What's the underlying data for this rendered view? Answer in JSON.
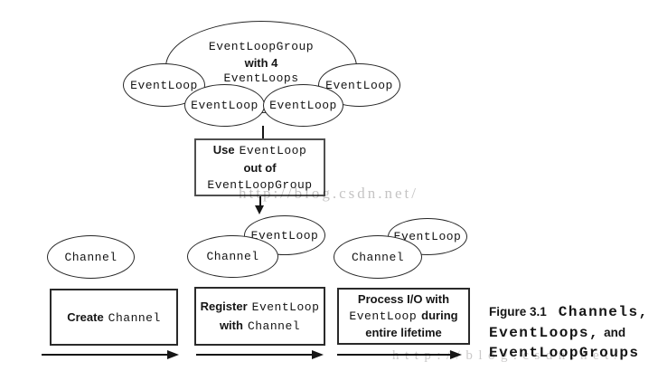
{
  "colors": {
    "ink": "#151515",
    "line": "#161616",
    "ellipse_border": "#262626",
    "box_border": "#2a2a2a",
    "use_box_border": "#4f4f4f",
    "watermark": "#c5c4c4",
    "background": "#ffffff"
  },
  "watermarks": {
    "middle": "http://blog.csdn.net/",
    "bottom": "http://blog.csdn.net/"
  },
  "eventloop_group": {
    "title": "EventLoopGroup",
    "subtitle": "with 4",
    "subtitle2": "EventLoops",
    "loop_left": "EventLoop",
    "loop_mid_left": "EventLoop",
    "loop_mid_right": "EventLoop",
    "loop_right": "EventLoop"
  },
  "use_box": {
    "use": "Use",
    "eventloop": "EventLoop",
    "out_of": "out of",
    "eventloopgroup": "EventLoopGroup"
  },
  "stages": {
    "create": {
      "channel": "Channel",
      "label_sans": "Create",
      "label_mono": "Channel"
    },
    "register": {
      "eventloop": "EventLoop",
      "channel": "Channel",
      "l1_sans": "Register",
      "l1_mono": "EventLoop",
      "l2_sans": "with",
      "l2_mono": "Channel"
    },
    "process": {
      "eventloop": "EventLoop",
      "channel": "Channel",
      "l1": "Process I/O with",
      "l2_mono": "EventLoop",
      "l2_sans": "during",
      "l3": "entire lifetime"
    }
  },
  "caption": {
    "figure": "Figure 3.1",
    "line1_mono": "Channels,",
    "line2_mono": "EventLoops,",
    "line2_sans": "and",
    "line3_mono": "EventLoopGroups"
  }
}
